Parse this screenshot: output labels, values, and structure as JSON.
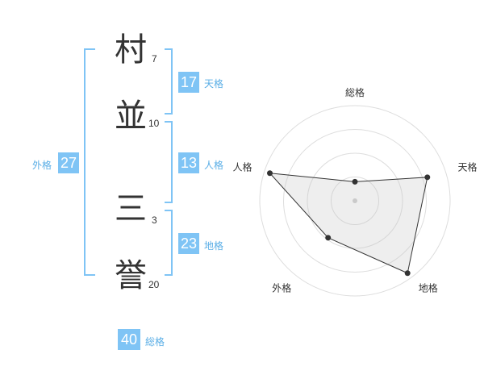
{
  "name": {
    "chars": [
      {
        "char": "村",
        "strokes": "7"
      },
      {
        "char": "並",
        "strokes": "10"
      },
      {
        "char": "三",
        "strokes": "3"
      },
      {
        "char": "誉",
        "strokes": "20"
      }
    ]
  },
  "fortune": {
    "tenkaku": {
      "value": "17",
      "label": "天格"
    },
    "jinkaku": {
      "value": "13",
      "label": "人格"
    },
    "chikaku": {
      "value": "23",
      "label": "地格"
    },
    "gaikaku": {
      "value": "27",
      "label": "外格"
    },
    "soukaku": {
      "value": "40",
      "label": "総格"
    }
  },
  "colors": {
    "accent": "#7fc4f5",
    "accent_text": "#5aaee6",
    "text": "#333333"
  },
  "chart_data": {
    "type": "radar",
    "axes": [
      "総格",
      "天格",
      "地格",
      "外格",
      "人格"
    ],
    "values": [
      1.0,
      4.0,
      4.7,
      2.4,
      4.7
    ],
    "rmax": 5,
    "rings": 4
  }
}
